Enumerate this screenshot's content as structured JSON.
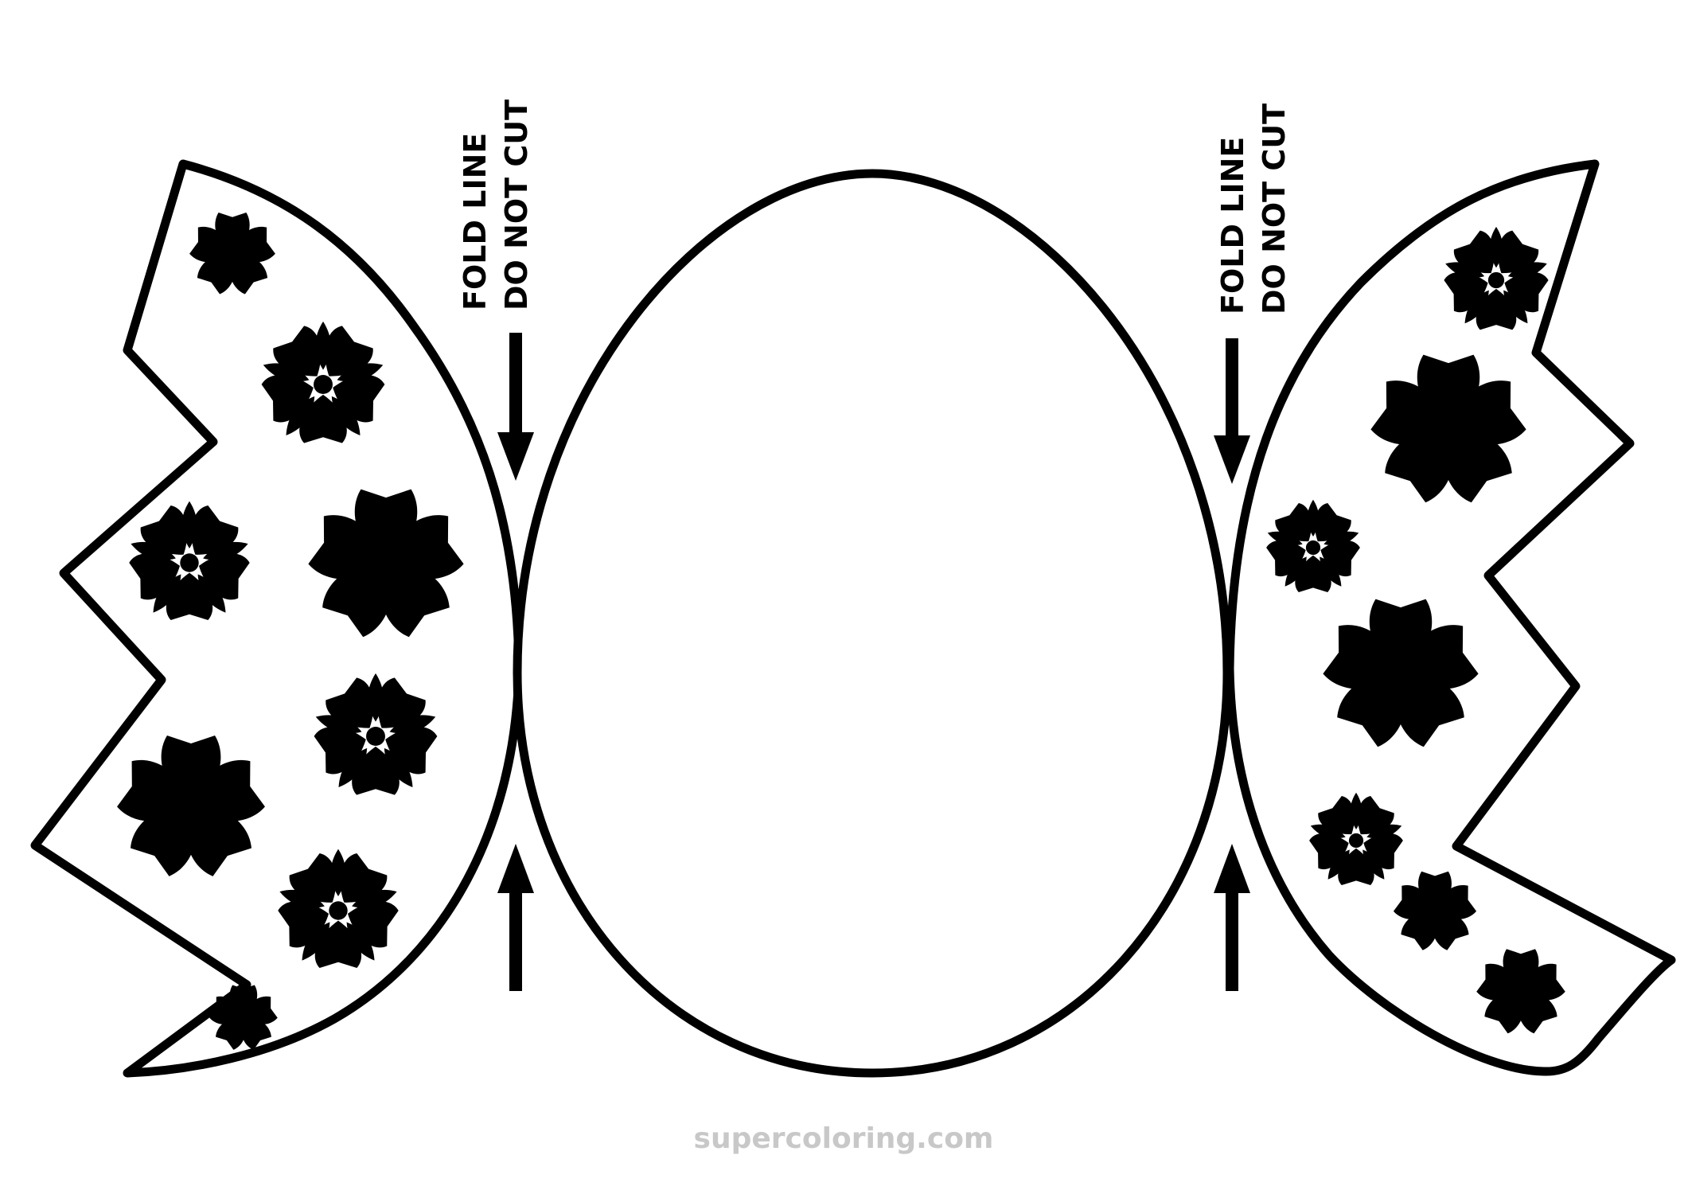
{
  "fold_labels": {
    "left": {
      "line1": "FOLD LINE",
      "line2": "DO NOT CUT"
    },
    "right": {
      "line1": "FOLD LINE",
      "line2": "DO NOT CUT"
    }
  },
  "watermark": "supercoloring.com",
  "colors": {
    "ink": "#000000",
    "paper": "#ffffff",
    "watermark": "#c8c8c8"
  }
}
